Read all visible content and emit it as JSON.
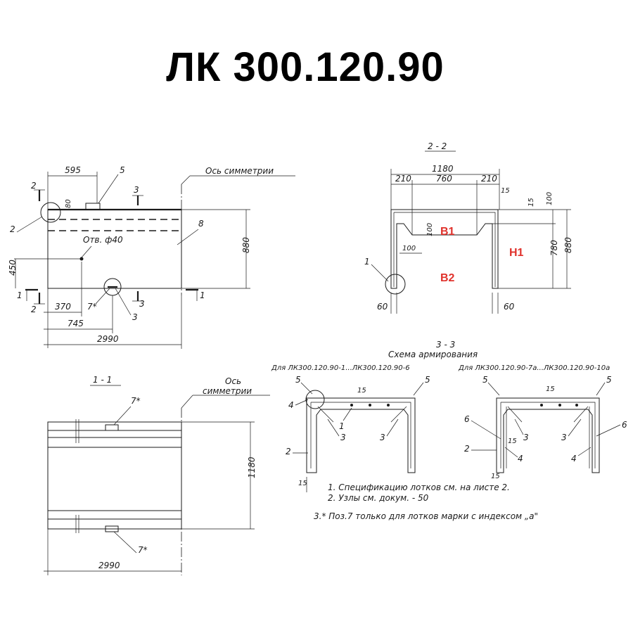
{
  "title": "ЛК 300.120.90",
  "plan": {
    "axis_label": "Ось симметрии",
    "dim_595": "595",
    "dim_80": "80",
    "dim_880": "880",
    "dim_450": "450",
    "dim_370": "370",
    "dim_745": "745",
    "dim_2990": "2990",
    "hole_label": "Отв. ф40",
    "pos_5": "5",
    "pos_8": "8",
    "pos_2": "2",
    "pos_7": "7*",
    "pos_3": "3",
    "cut_2": "2",
    "cut_3": "3",
    "cut_1": "1"
  },
  "section_22": {
    "label": "2 - 2",
    "dim_1180": "1180",
    "dim_210_l": "210",
    "dim_760": "760",
    "dim_210_r": "210",
    "dim_15_top": "15",
    "dim_15_r": "15",
    "dim_100_r": "100",
    "dim_100_in": "100",
    "dim_100_b": "100",
    "dim_780": "780",
    "dim_880": "880",
    "dim_60_l": "60",
    "dim_60_r": "60",
    "pos_1": "1",
    "red_b1": "B1",
    "red_b2": "B2",
    "red_h1": "H1"
  },
  "section_11": {
    "label": "1 - 1",
    "axis_label_1": "Ось",
    "axis_label_2": "симметрии",
    "dim_1180": "1180",
    "dim_2990": "2990",
    "pos_7_top": "7*",
    "pos_7_bot": "7*"
  },
  "section_33": {
    "label": "3 - 3",
    "subtitle": "Схема армирования",
    "variant_a": "Для ЛК300.120.90-1...ЛК300.120.90-6",
    "variant_b": "Для ЛК300.120.90-7а...ЛК300.120.90-10а",
    "a_pos5_l": "5",
    "a_pos5_r": "5",
    "a_pos4": "4",
    "a_pos1": "1",
    "a_pos3_l": "3",
    "a_pos3_r": "3",
    "a_pos2": "2",
    "a_dim15": "15",
    "a_dim15_b": "15",
    "b_pos5_l": "5",
    "b_pos5_r": "5",
    "b_pos6_l": "6",
    "b_pos6_r": "6",
    "b_pos3_l": "3",
    "b_pos3_r": "3",
    "b_pos2": "2",
    "b_pos4_l": "4",
    "b_pos4_r": "4",
    "b_dim15": "15",
    "b_dim15_m": "15",
    "b_dim15_b": "15"
  },
  "notes": [
    "1. Спецификацию лотков см. на листе 2.",
    "2. Узлы см. докум. - 50",
    "3.* Поз.7 только для лотков марки с индексом „а\""
  ]
}
